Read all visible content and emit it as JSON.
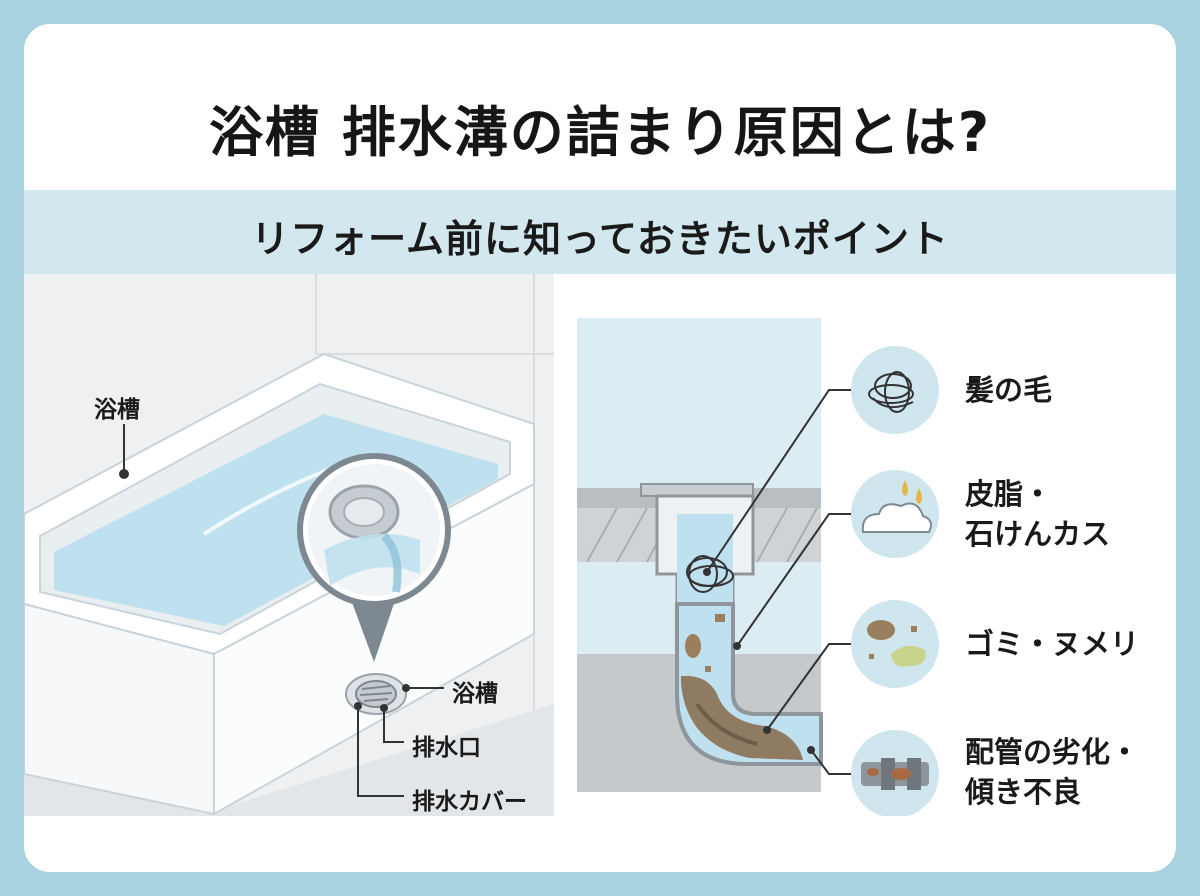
{
  "header": {
    "title": "浴槽 排水溝の詰まり原因とは?",
    "subtitle": "リフォーム前に知っておきたいポイント"
  },
  "bathtub_diagram": {
    "labels": {
      "tub": "浴槽",
      "tub_small": "浴槽",
      "drain_outlet": "排水口",
      "drain_cover": "排水カバー"
    }
  },
  "causes": [
    {
      "icon": "hair-icon",
      "lines": [
        "髪の毛"
      ]
    },
    {
      "icon": "soap-foam-icon",
      "lines": [
        "皮脂・",
        "石けんカス"
      ]
    },
    {
      "icon": "debris-slime-icon",
      "lines": [
        "ゴミ・ヌメリ"
      ]
    },
    {
      "icon": "corroded-pipe-icon",
      "lines": [
        "配管の劣化・",
        "傾き不良"
      ]
    }
  ],
  "colors": {
    "frame": "#a9d3e0",
    "band": "#d2e7ee",
    "water": "#bfe0ee",
    "icon_circle": "#cfe6ef"
  }
}
